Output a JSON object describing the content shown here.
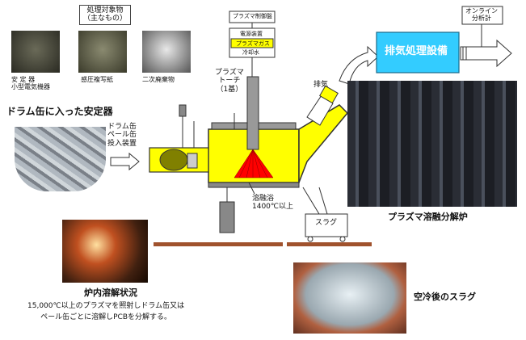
{
  "targets_header": {
    "line1": "処理対象物",
    "line2": "（主なもの）"
  },
  "target_items": [
    {
      "label_a": "安 定 器",
      "label_b": "小型電気機器"
    },
    {
      "label_a": "感圧複写紙",
      "label_b": ""
    },
    {
      "label_a": "二次廃棄物",
      "label_b": ""
    }
  ],
  "drum_caption": "ドラム缶に入った安定器",
  "feed_device": {
    "line1": "ドラム缶",
    "line2": "ペール缶",
    "line3": "投入装置"
  },
  "plasma_control": "プラズマ制御盤",
  "control_panel": {
    "item1": "電源装置",
    "item2": "プラズマガス",
    "item3": "冷却水"
  },
  "torch": {
    "line1": "プラズマ",
    "line2": "トーチ",
    "line3": "（1基）"
  },
  "exhaust_label": "排気",
  "exhaust_facility": "排気処理設備",
  "online_analyzer": {
    "line1": "オンライン",
    "line2": "分析計"
  },
  "melt_bath": {
    "line1": "溶融浴",
    "line2": "1400℃以上"
  },
  "slag_label": "スラグ",
  "furnace_photo_caption": "プラズマ溶融分解炉",
  "inside_caption": "炉内溶解状況",
  "description": {
    "line1": "15,000℃以上のプラズマを照射しドラム缶又は",
    "line2": "ペール缶ごとに溶解しPCBを分解する。"
  },
  "slag_caption": "空冷後のスラグ",
  "colors": {
    "furnace": "#ffff00",
    "plasma": "#ff0000",
    "exhaust_box": "#33ccff",
    "floor": "#a0522d"
  }
}
